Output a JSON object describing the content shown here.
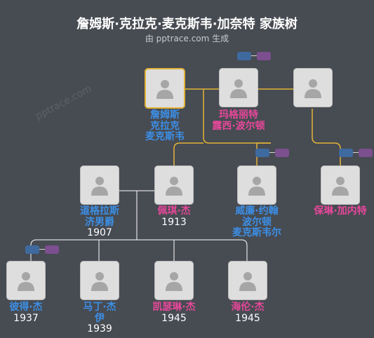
{
  "header": {
    "title": "詹姆斯·克拉克·麦克斯韦·加奈特 家族树",
    "subtitle": "由 pptrace.com 生成"
  },
  "watermark": "pptrace.com",
  "people": {
    "james": {
      "name": [
        "詹姆斯",
        "克拉克",
        "麦克斯韦"
      ],
      "year": "",
      "gender": "male"
    },
    "margaret": {
      "name": [
        "玛格丽特",
        "露西·波尔顿"
      ],
      "year": "",
      "gender": "female"
    },
    "unknown": {
      "name": [],
      "year": "",
      "gender": "unknown"
    },
    "douglas": {
      "name": [
        "道格拉斯",
        "济男爵"
      ],
      "year": "1907",
      "gender": "male"
    },
    "peggy": {
      "name": [
        "佩琪·杰"
      ],
      "year": "1913",
      "gender": "female"
    },
    "william": {
      "name": [
        "威廉·约翰",
        "波尔顿",
        "麦克斯韦尔"
      ],
      "year": "",
      "gender": "male"
    },
    "pauline": {
      "name": [
        "保琳·加内特"
      ],
      "year": "",
      "gender": "female"
    },
    "peter": {
      "name": [
        "彼得·杰"
      ],
      "year": "1937",
      "gender": "male"
    },
    "martin": {
      "name": [
        "马丁·杰",
        "伊"
      ],
      "year": "1939",
      "gender": "male"
    },
    "catherine": {
      "name": [
        "凯瑟琳·杰"
      ],
      "year": "1945",
      "gender": "female"
    },
    "helen": {
      "name": [
        "海伦·杰"
      ],
      "year": "1945",
      "gender": "female"
    }
  },
  "colors": {
    "background": "#474b52",
    "male": "#3c8fe6",
    "female": "#e6489a",
    "focus_border": "#e2b338",
    "line_focus": "#e2b338",
    "line_default": "#ffffff"
  }
}
